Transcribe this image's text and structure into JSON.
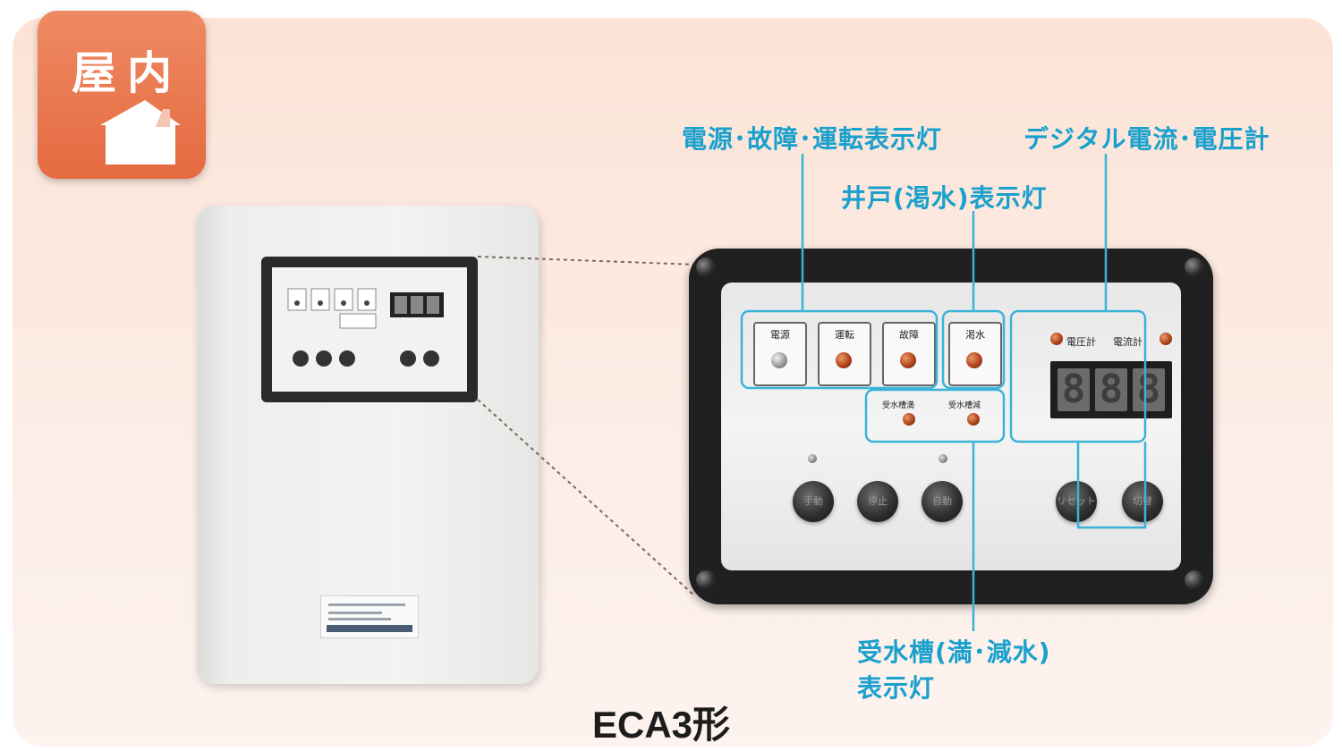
{
  "badge": {
    "label": "屋内"
  },
  "callouts": {
    "power_fault_run": "電源･故障･運転表示灯",
    "digital_meter": "デジタル電流･電圧計",
    "well_lamp": "井戸(渇水)表示灯",
    "tank_lamp_line1": "受水槽(満･減水)",
    "tank_lamp_line2": "表示灯"
  },
  "panel": {
    "lamps": [
      {
        "label": "電源",
        "state": "off"
      },
      {
        "label": "運転",
        "state": "on"
      },
      {
        "label": "故障",
        "state": "on"
      },
      {
        "label": "渇水",
        "state": "on"
      }
    ],
    "tank_lamps": [
      "受水槽満",
      "受水槽減"
    ],
    "meter_labels": [
      "電圧計",
      "電流計"
    ],
    "buttons": [
      "手動",
      "停止",
      "自動",
      "リセット",
      "切替"
    ]
  },
  "model_name": "ECA3形",
  "colors": {
    "callout": "#1aa0cd",
    "badge": "#e56a40",
    "lamp": "#b4431c"
  }
}
